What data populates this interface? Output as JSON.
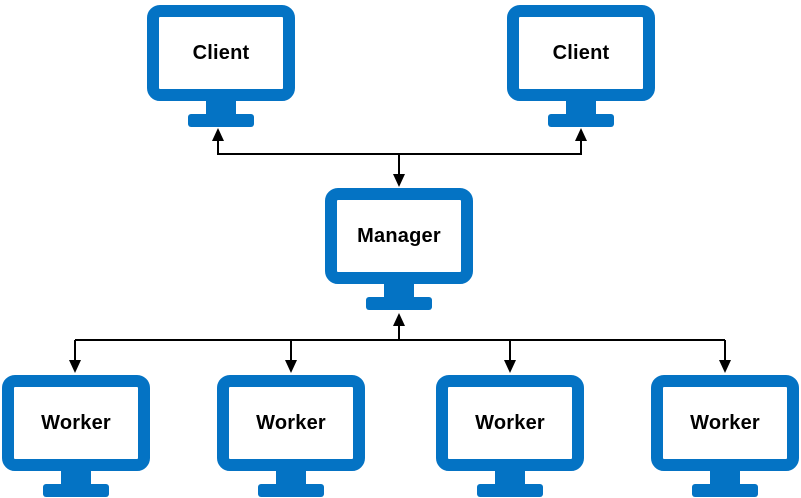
{
  "diagram": {
    "type": "topology-diagram",
    "colors": {
      "monitor_blue": "#0473c4",
      "line_color": "#000000",
      "background": "#ffffff",
      "label_text": "#000000"
    },
    "nodes": [
      {
        "id": "client-1",
        "label": "Client",
        "row": "top"
      },
      {
        "id": "client-2",
        "label": "Client",
        "row": "top"
      },
      {
        "id": "manager",
        "label": "Manager",
        "row": "middle"
      },
      {
        "id": "worker-1",
        "label": "Worker",
        "row": "bottom"
      },
      {
        "id": "worker-2",
        "label": "Worker",
        "row": "bottom"
      },
      {
        "id": "worker-3",
        "label": "Worker",
        "row": "bottom"
      },
      {
        "id": "worker-4",
        "label": "Worker",
        "row": "bottom"
      }
    ],
    "edges": [
      {
        "id": "clients-manager",
        "endpoints": [
          "client-1",
          "client-2",
          "manager"
        ],
        "arrowheads": [
          "client-1",
          "client-2",
          "manager"
        ]
      },
      {
        "id": "manager-workers",
        "endpoints": [
          "manager",
          "worker-1",
          "worker-2",
          "worker-3",
          "worker-4"
        ],
        "arrowheads": [
          "manager",
          "worker-1",
          "worker-2",
          "worker-3",
          "worker-4"
        ]
      }
    ]
  }
}
